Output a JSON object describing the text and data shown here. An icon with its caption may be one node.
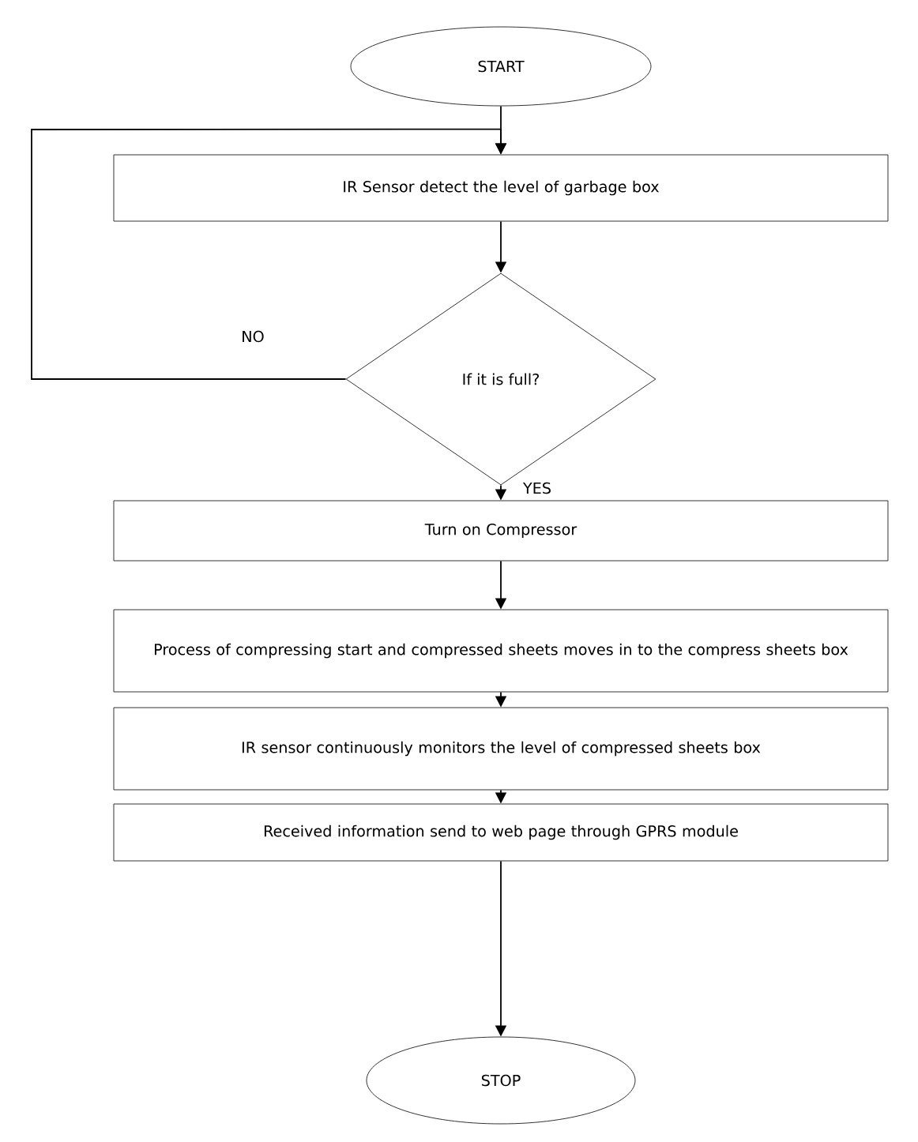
{
  "diagram": {
    "nodes": [
      {
        "text": [
          "START"
        ]
      },
      {
        "text": [
          "IR Sensor detect the level of garbage box"
        ]
      },
      {
        "text": [
          "If it is full?"
        ]
      },
      {
        "text": [
          "Turn on Compressor"
        ]
      },
      {
        "text": [
          "Process of compressing start and compressed sheets moves in to the compress sheets box"
        ]
      },
      {
        "text": [
          "IR sensor continuously monitors the level of compressed sheets box"
        ]
      },
      {
        "text": [
          "Received information send to web page through GPRS module"
        ]
      },
      {
        "text": [
          "STOP"
        ]
      }
    ],
    "edges": [
      {
        "from": 0,
        "to": 1,
        "arrow": "to"
      },
      {
        "from": 1,
        "to": 2,
        "arrow": "to"
      },
      {
        "from": 2,
        "to": 1,
        "arrow": "to",
        "label": "NO"
      },
      {
        "from": 2,
        "to": 3,
        "arrow": "to",
        "label": "YES"
      },
      {
        "from": 3,
        "to": 4,
        "arrow": "to"
      },
      {
        "from": 4,
        "to": 5,
        "arrow": "to"
      },
      {
        "from": 5,
        "to": 6,
        "arrow": "to"
      },
      {
        "from": 6,
        "to": 7,
        "arrow": "to"
      }
    ]
  }
}
